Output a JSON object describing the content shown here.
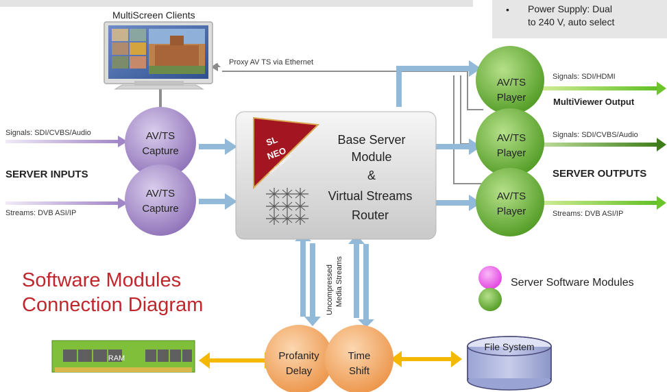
{
  "header": {
    "note_bullet": "•",
    "note_lines": [
      "Power Supply: Dual",
      "to 240 V, auto select"
    ]
  },
  "clients": {
    "title": "MultiScreen Clients",
    "proxy_label": "Proxy AV TS via Ethernet"
  },
  "inputs": {
    "section_label": "SERVER INPUTS",
    "signals_label": "Signals: SDI/CVBS/Audio",
    "streams_label": "Streams: DVB ASI/IP",
    "capture_nodes": [
      {
        "line1": "AV/TS",
        "line2": "Capture"
      },
      {
        "line1": "AV/TS",
        "line2": "Capture"
      }
    ]
  },
  "server": {
    "lines": [
      "Base Server",
      "Module",
      "&",
      "Virtual Streams",
      "Router"
    ],
    "badge_lines": [
      "SL",
      "NEO",
      "media platform"
    ],
    "uncompressed_label": [
      "Uncompressed",
      "Media Streams"
    ]
  },
  "outputs": {
    "section_label": "SERVER OUTPUTS",
    "players": [
      {
        "line1": "AV/TS",
        "line2": "Player"
      },
      {
        "line1": "AV/TS",
        "line2": "Player"
      },
      {
        "line1": "AV/TS",
        "line2": "Player"
      }
    ],
    "signals_hdmi_label": "Signals: SDI/HDMI",
    "multiviewer_label": "MultiViewer Output",
    "signals_cvbs_label": "Signals: SDI/CVBS/Audio",
    "streams_label": "Streams: DVB ASI/IP"
  },
  "bottom": {
    "profanity": {
      "line1": "Profanity",
      "line2": "Delay"
    },
    "timeshift": {
      "line1": "Time",
      "line2": "Shift"
    },
    "ram_label": "RAM",
    "filesystem_label": "File System"
  },
  "title": {
    "line1": "Software Modules",
    "line2": "Connection Diagram"
  },
  "legend": {
    "label": "Server Software Modules"
  },
  "colors": {
    "purple": "#9b7fc2",
    "green": "#5aa52a",
    "orange": "#f0a35c",
    "blue_arrow": "#93b9d9",
    "yellow_arrow": "#f5b800",
    "red_title": "#c0272d",
    "pink": "#e54de4"
  }
}
